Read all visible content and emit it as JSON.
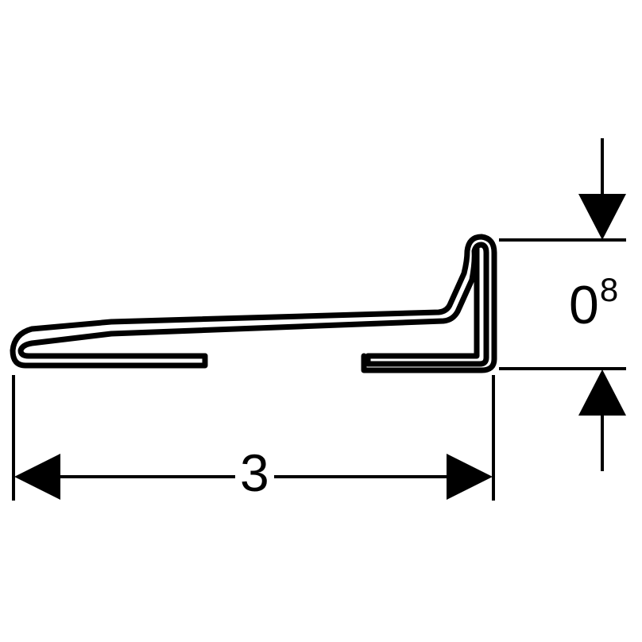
{
  "drawing": {
    "type": "technical profile cross-section drawing",
    "line_color": "#000000",
    "background_color": "#ffffff"
  },
  "dimensions": {
    "width": {
      "label": "3",
      "orientation": "horizontal"
    },
    "height": {
      "label_main": "0",
      "label_superscript": "8",
      "orientation": "vertical"
    }
  }
}
